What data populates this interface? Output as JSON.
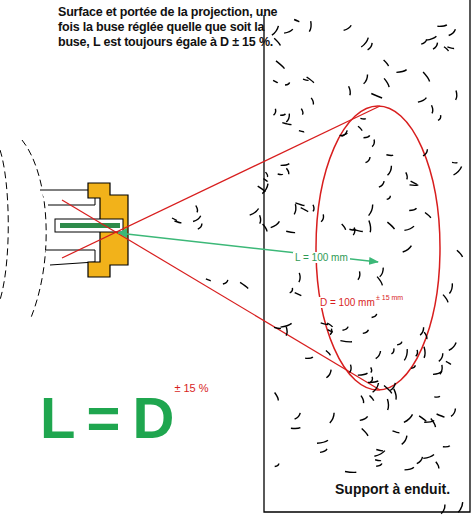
{
  "diagram": {
    "title": "Surface et portée de la projection, une fois la buse réglée quelle que soit la buse, L est toujours égale à D ± 15 %.",
    "labels": [
      "L = 100 mm",
      "D = 100 mm",
      "± 15 mm",
      "L = D",
      "± 15 %",
      "Support à enduit."
    ]
  }
}
